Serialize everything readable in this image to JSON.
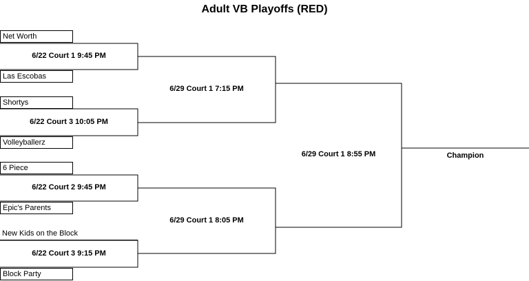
{
  "title": "Adult VB Playoffs (RED)",
  "round1": [
    {
      "team_top": "Net Worth",
      "game": "6/22 Court 1 9:45 PM",
      "team_bottom": "Las Escobas"
    },
    {
      "team_top": "Shortys",
      "game": "6/22 Court 3 10:05 PM",
      "team_bottom": "Volleyballerz"
    },
    {
      "team_top": "6 Piece",
      "game": "6/22 Court 2 9:45 PM",
      "team_bottom": "Epic's Parents"
    },
    {
      "team_top": "New Kids on the Block",
      "game": "6/22 Court 3 9:15 PM",
      "team_bottom": "Block Party"
    }
  ],
  "round2": [
    {
      "game": "6/29 Court 1 7:15 PM"
    },
    {
      "game": "6/29 Court 1 8:05 PM"
    }
  ],
  "final": {
    "game": "6/29 Court 1 8:55 PM"
  },
  "champion_label": "Champion"
}
